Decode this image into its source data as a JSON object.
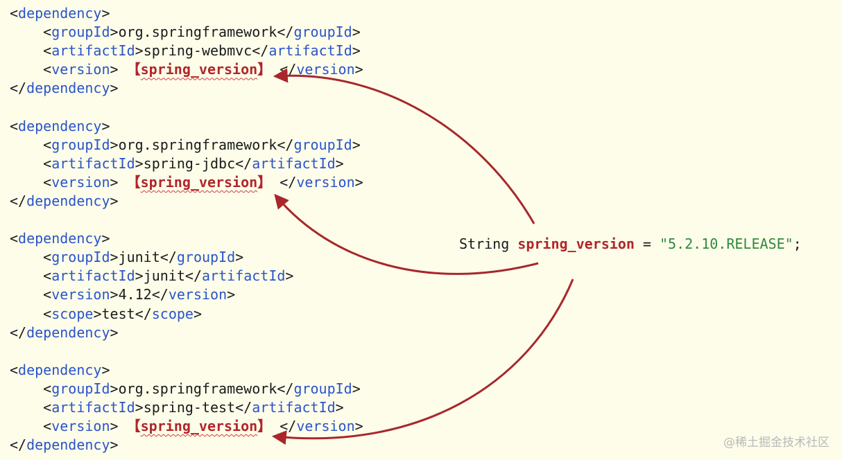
{
  "blocks": [
    {
      "open": "dependency",
      "close": "dependency",
      "children": [
        {
          "tag": "groupId",
          "value": "org.springframework"
        },
        {
          "tag": "artifactId",
          "value": "spring-webmvc"
        },
        {
          "tag": "version",
          "placeholder": "spring_version"
        }
      ]
    },
    {
      "open": "dependency",
      "close": "dependency",
      "children": [
        {
          "tag": "groupId",
          "value": "org.springframework"
        },
        {
          "tag": "artifactId",
          "value": "spring-jdbc"
        },
        {
          "tag": "version",
          "placeholder": "spring_version"
        }
      ]
    },
    {
      "open": "dependency",
      "close": "dependency",
      "children": [
        {
          "tag": "groupId",
          "value": "junit"
        },
        {
          "tag": "artifactId",
          "value": "junit"
        },
        {
          "tag": "version",
          "value": "4.12"
        },
        {
          "tag": "scope",
          "value": "test"
        }
      ]
    },
    {
      "open": "dependency",
      "close": "dependency",
      "children": [
        {
          "tag": "groupId",
          "value": "org.springframework"
        },
        {
          "tag": "artifactId",
          "value": "spring-test"
        },
        {
          "tag": "version",
          "placeholder": "spring_version"
        }
      ]
    }
  ],
  "placeholder_open": "【",
  "placeholder_close": "】",
  "java": {
    "type": "String",
    "variable": "spring_version",
    "equals": "=",
    "value": "\"5.2.10.RELEASE\"",
    "semicolon": ";"
  },
  "watermark": "@稀土掘金技术社区",
  "colors": {
    "background": "#fdfdea",
    "tag": "#2a54c8",
    "placeholder": "#b0262a",
    "string": "#2e8b3a",
    "arrow": "#a8272b"
  }
}
